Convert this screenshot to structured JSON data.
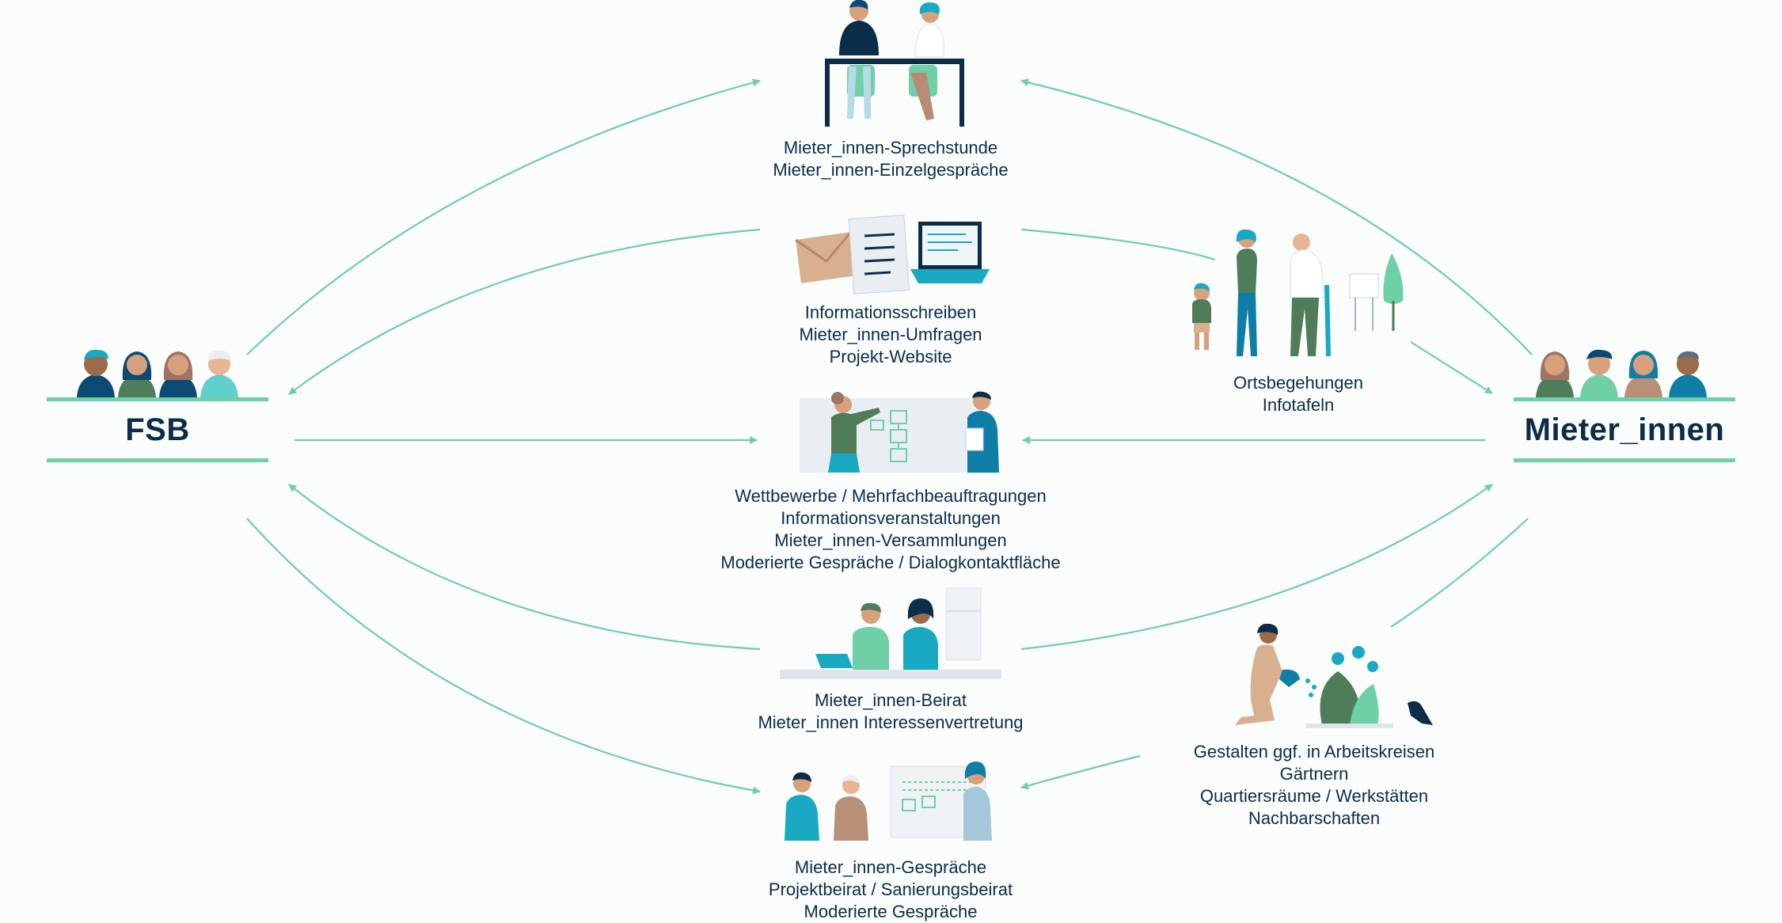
{
  "actors": {
    "left": "FSB",
    "right": "Mieter_innen"
  },
  "groups": {
    "sprechstunde": [
      "Mieter_innen-Sprechstunde",
      "Mieter_innen-Einzelgespräche"
    ],
    "information": [
      "Informationsschreiben",
      "Mieter_innen-Umfragen",
      "Projekt-Website"
    ],
    "ortsbegehungen": [
      "Ortsbegehungen",
      "Infotafeln"
    ],
    "veranstaltungen": [
      "Wettbewerbe / Mehrfachbeauftragungen",
      "Informationsveranstaltungen",
      "Mieter_innen-Versammlungen",
      "Moderierte Gespräche / Dialogkontaktfläche"
    ],
    "beirat": [
      "Mieter_innen-Beirat",
      "Mieter_innen Interessenvertretung"
    ],
    "gestalten": [
      "Gestalten ggf. in Arbeitskreisen",
      "Gärtnern",
      "Quartiersräume / Werkstätten",
      "Nachbarschaften"
    ],
    "gespraeche": [
      "Mieter_innen-Gespräche",
      "Projektbeirat / Sanierungsbeirat",
      "Moderierte Gespräche"
    ]
  },
  "colors": {
    "arrow": "#6fcfa6",
    "text": "#0c2d4a",
    "navy": "#0d4a73",
    "teal": "#19a9c2",
    "green": "#4f7d5a",
    "mint": "#6fcfa6",
    "skin": "#d9a07e"
  }
}
